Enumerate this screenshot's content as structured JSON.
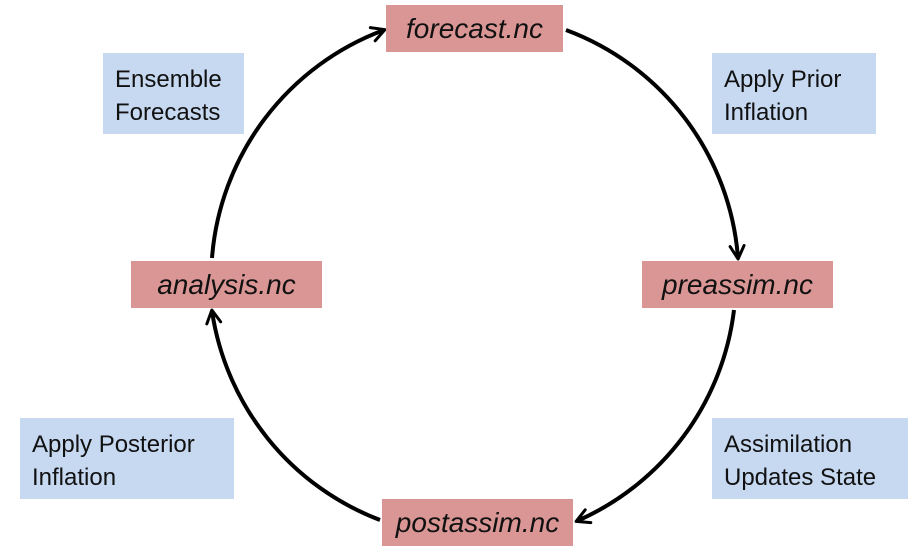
{
  "files": {
    "forecast": "forecast.nc",
    "preassim": "preassim.nc",
    "postassim": "postassim.nc",
    "analysis": "analysis.nc"
  },
  "steps": {
    "ensemble_forecasts": [
      "Ensemble",
      "Forecasts"
    ],
    "prior_inflation": [
      "Apply Prior",
      "Inflation"
    ],
    "assimilation": [
      "Assimilation",
      "Updates State"
    ],
    "posterior_inflation": [
      "Apply Posterior",
      "Inflation"
    ]
  },
  "colors": {
    "file_box": "#d99694",
    "step_box": "#c6d9f1",
    "arrow": "#000000"
  }
}
